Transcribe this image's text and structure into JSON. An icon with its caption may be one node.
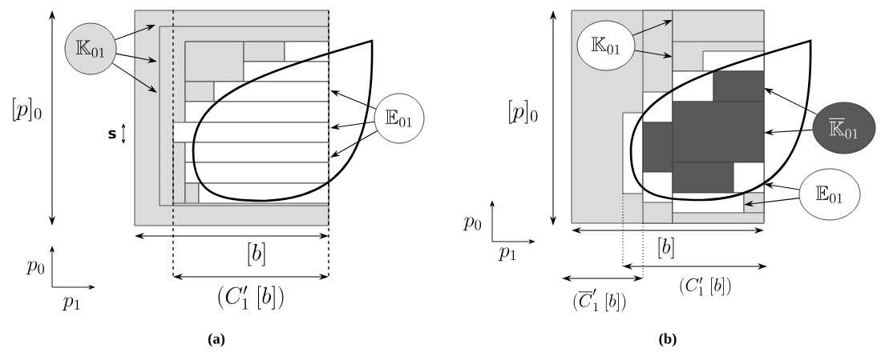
{
  "diagram": {
    "nodes": [
      {
        "text": [
          "\\mathbb{K}_{01}"
        ]
      },
      {
        "text": [
          "\\mathbb{E}_{01}"
        ]
      },
      {
        "text": [
          "\\mathbb{K}_{01}"
        ]
      },
      {
        "text": [
          "\\overline{\\mathbb{K}}_{01}"
        ]
      },
      {
        "text": [
          "\\mathbb{E}_{01}"
        ]
      },
      {
        "text": [],
        "shape": "box"
      },
      {
        "text": [],
        "shape": "box",
        "in": 5
      },
      {
        "text": [],
        "shape": "box",
        "in": 6
      },
      {
        "text": [],
        "shape": "box",
        "in": 6
      },
      {
        "text": [],
        "shape": "box",
        "in": 6
      },
      {
        "text": [],
        "shape": "box"
      },
      {
        "text": [],
        "shape": "box",
        "in": 10
      },
      {
        "text": [],
        "shape": "box",
        "in": 10
      },
      {
        "text": [],
        "shape": "box",
        "in": 10
      },
      {
        "text": [],
        "shape": "box",
        "in": 10
      }
    ],
    "edges": [
      {
        "from": 0,
        "to": 5,
        "arrow": "to"
      },
      {
        "from": 0,
        "to": 6,
        "arrow": "to"
      },
      {
        "from": 0,
        "to": 6,
        "arrow": "to"
      },
      {
        "from": 1,
        "to": 7,
        "arrow": "to"
      },
      {
        "from": 1,
        "to": 8,
        "arrow": "to"
      },
      {
        "from": 1,
        "to": 9,
        "arrow": "to"
      },
      {
        "from": 2,
        "to": 10,
        "arrow": "to"
      },
      {
        "from": 2,
        "to": 10,
        "arrow": "to"
      },
      {
        "from": 3,
        "to": 11,
        "arrow": "to"
      },
      {
        "from": 3,
        "to": 12,
        "arrow": "to"
      },
      {
        "from": 4,
        "to": 13,
        "arrow": "to"
      },
      {
        "from": 4,
        "to": 14,
        "arrow": "to"
      }
    ],
    "labels": [
      "[p]_0",
      "s",
      "[b]",
      "(C'_1\\ [b])",
      "p_0",
      "p_1",
      "(a)",
      "[p]_0",
      "p_0",
      "p_1",
      "[b]",
      "(C'_1\\ [b])",
      "(\\overline{C}'_1\\ [b])",
      "(b)"
    ]
  }
}
